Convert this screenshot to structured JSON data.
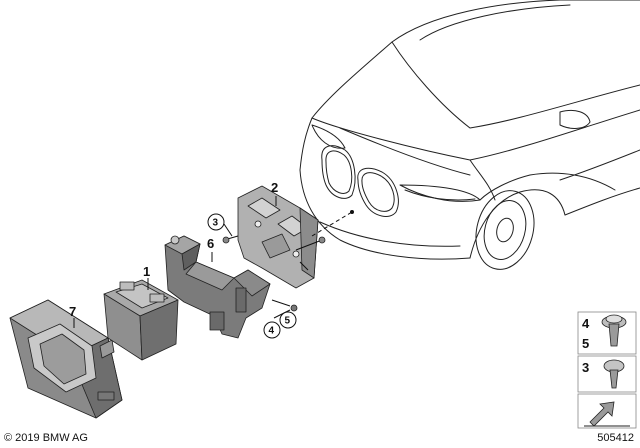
{
  "parts": {
    "p1": "1",
    "p2": "2",
    "p3": "3",
    "p4": "4",
    "p5": "5",
    "p6": "6",
    "p7": "7"
  },
  "legend": {
    "box_top_a": "4",
    "box_top_b": "5",
    "box_mid": "3"
  },
  "footer": {
    "copyright": "© 2019 BMW AG",
    "reference": "505412"
  }
}
